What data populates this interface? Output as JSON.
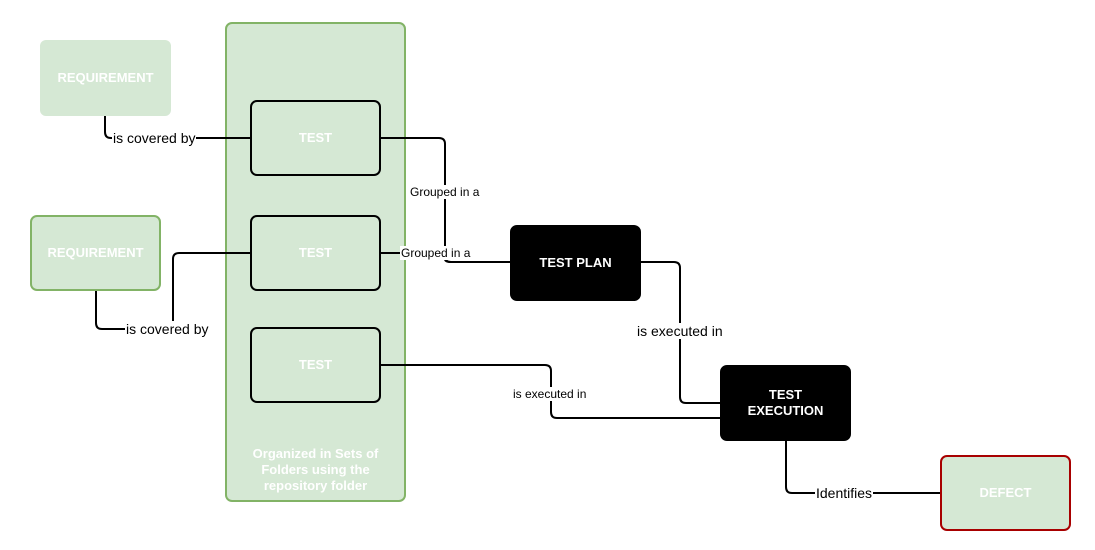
{
  "diagram": {
    "nodes": {
      "requirement_top": "REQUIREMENT",
      "requirement_mid": "REQUIREMENT",
      "test_1": "TEST",
      "test_2": "TEST",
      "test_3": "TEST",
      "test_plan": "TEST PLAN",
      "test_execution": "TEST\nEXECUTION",
      "defect": "DEFECT"
    },
    "folder_caption": "Organized in Sets of\nFolders using the\nrepository folder",
    "edges": {
      "covered_top": "is covered by",
      "covered_mid": "is covered by",
      "grouped_1": "Grouped in a",
      "grouped_2": "Grouped in a",
      "executed_plan": "is executed in",
      "executed_test3": "is executed in",
      "identifies": "Identifies"
    },
    "colors": {
      "node_fill": "#d5e8d4",
      "node_border_green": "#82b366",
      "defect_border": "#a80000",
      "dark_node": "#000000",
      "connector": "#000000"
    }
  }
}
